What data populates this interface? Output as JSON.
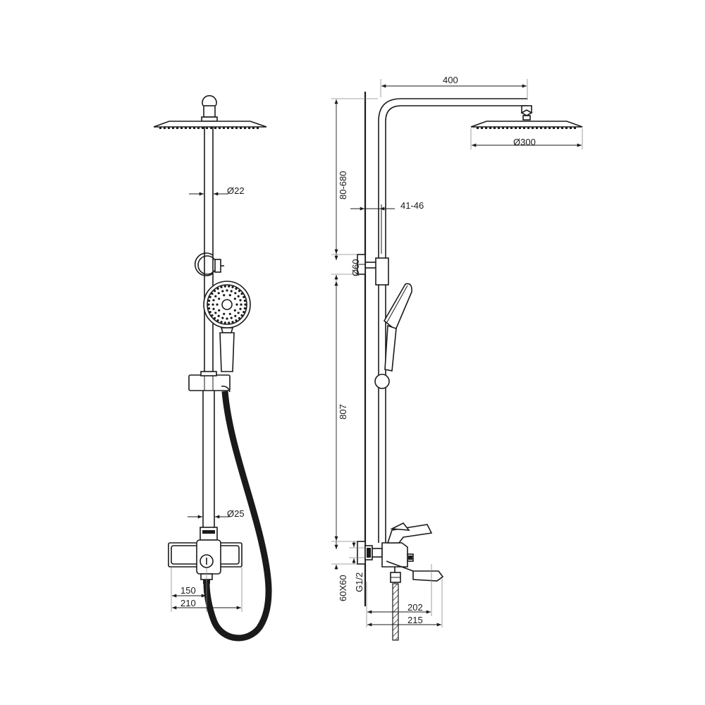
{
  "front_view": {
    "dimensions": {
      "rail_diameter": "Ø22",
      "lower_rail_diameter": "Ø25",
      "handle_width": "150",
      "mixer_width": "210"
    }
  },
  "side_view": {
    "dimensions": {
      "arm_length": "400",
      "head_diameter": "Ø300",
      "height_range": "80-680",
      "wall_offset": "41-46",
      "bracket_diameter": "Ø60",
      "rail_height": "807",
      "mount_size": "60X60",
      "thread": "G1/2",
      "spout_reach": "202",
      "total_reach": "215"
    }
  },
  "colors": {
    "line": "#1a1a1a",
    "background": "#ffffff"
  }
}
